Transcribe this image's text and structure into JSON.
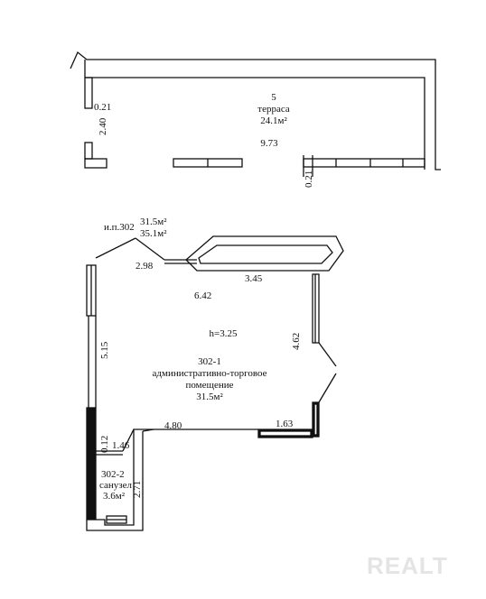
{
  "terrace": {
    "number": "5",
    "name": "терраса",
    "area": "24.1м²",
    "length": "9.73",
    "dim_021_left": "0.21",
    "dim_240": "2.40",
    "dim_021_right": "0.21"
  },
  "unit": {
    "code": "и.п.302",
    "area_main": "31.5м²",
    "area_total": "35.1м²"
  },
  "room_302_1": {
    "number": "302-1",
    "name_line1": "административно-торговое",
    "name_line2": "помещение",
    "area": "31.5м²",
    "height": "h=3.25",
    "dim_298": "2.98",
    "dim_345": "3.45",
    "dim_642": "6.42",
    "dim_462": "4.62",
    "dim_515": "5.15",
    "dim_480": "4.80",
    "dim_163": "1.63"
  },
  "room_302_2": {
    "number": "302-2",
    "name": "санузел",
    "area": "3.6м²",
    "dim_012": "0.12",
    "dim_146": "1.46",
    "dim_271": "2.71"
  },
  "watermark": "REALT"
}
